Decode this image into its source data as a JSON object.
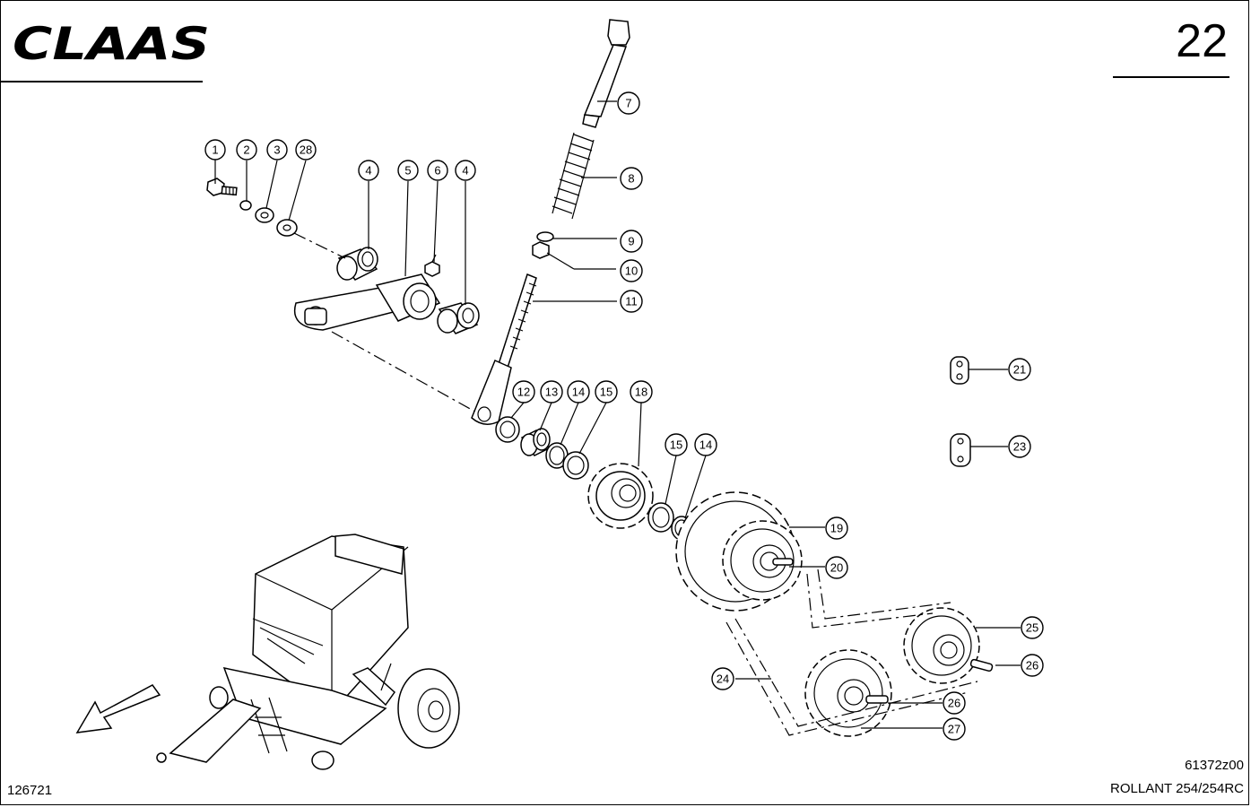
{
  "header": {
    "brand_logo": "CLAAS",
    "page_number": "22"
  },
  "footer": {
    "drawing_number": "126721",
    "reference_code": "61372z00",
    "model": "ROLLANT 254/254RC"
  },
  "callouts": [
    {
      "id": "c1",
      "label": "1"
    },
    {
      "id": "c2",
      "label": "2"
    },
    {
      "id": "c3",
      "label": "3"
    },
    {
      "id": "c28",
      "label": "28"
    },
    {
      "id": "c4a",
      "label": "4"
    },
    {
      "id": "c5",
      "label": "5"
    },
    {
      "id": "c6",
      "label": "6"
    },
    {
      "id": "c4b",
      "label": "4"
    },
    {
      "id": "c7",
      "label": "7"
    },
    {
      "id": "c8",
      "label": "8"
    },
    {
      "id": "c9",
      "label": "9"
    },
    {
      "id": "c10",
      "label": "10"
    },
    {
      "id": "c11",
      "label": "11"
    },
    {
      "id": "c12",
      "label": "12"
    },
    {
      "id": "c13",
      "label": "13"
    },
    {
      "id": "c14a",
      "label": "14"
    },
    {
      "id": "c15a",
      "label": "15"
    },
    {
      "id": "c18",
      "label": "18"
    },
    {
      "id": "c15b",
      "label": "15"
    },
    {
      "id": "c14b",
      "label": "14"
    },
    {
      "id": "c19",
      "label": "19"
    },
    {
      "id": "c20",
      "label": "20"
    },
    {
      "id": "c21",
      "label": "21"
    },
    {
      "id": "c23",
      "label": "23"
    },
    {
      "id": "c25",
      "label": "25"
    },
    {
      "id": "c26a",
      "label": "26"
    },
    {
      "id": "c24",
      "label": "24"
    },
    {
      "id": "c26b",
      "label": "26"
    },
    {
      "id": "c27",
      "label": "27"
    }
  ]
}
